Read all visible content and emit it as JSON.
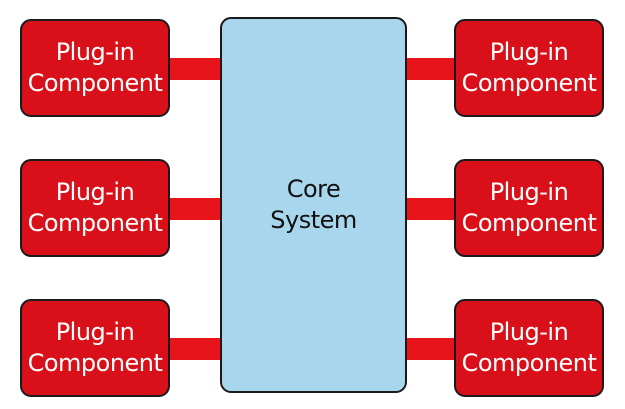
{
  "diagram": {
    "core": {
      "line1": "Core",
      "line2": "System"
    },
    "plugins": [
      {
        "line1": "Plug-in",
        "line2": "Component"
      },
      {
        "line1": "Plug-in",
        "line2": "Component"
      },
      {
        "line1": "Plug-in",
        "line2": "Component"
      },
      {
        "line1": "Plug-in",
        "line2": "Component"
      },
      {
        "line1": "Plug-in",
        "line2": "Component"
      },
      {
        "line1": "Plug-in",
        "line2": "Component"
      }
    ],
    "colors": {
      "plugin_fill": "#d9101a",
      "connector": "#e8141c",
      "core_fill": "#a8d6ec",
      "border": "#1a1a1a"
    }
  }
}
